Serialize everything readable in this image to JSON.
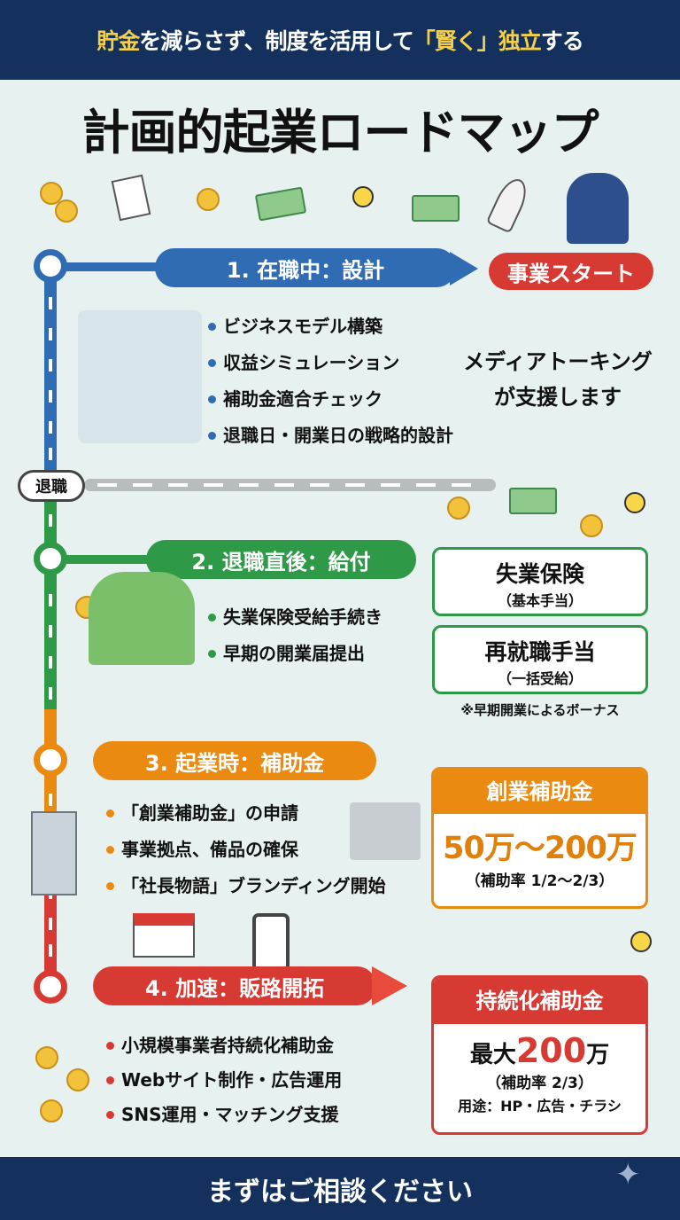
{
  "header": {
    "pre1": "貯金",
    "mid1": "を減らさず、制度を活用して",
    "hl2": "「賢く」",
    "hl3": "独立",
    "post": "する"
  },
  "title": "計画的起業ロードマップ",
  "start_label": "事業スタート",
  "retire_label": "退職",
  "support": {
    "line1": "メディアトーキング",
    "line2": "が支援します"
  },
  "phases": [
    {
      "label": "1. 在職中：設計",
      "color": "#2f6cb3",
      "items": [
        "ビジネスモデル構築",
        "収益シミュレーション",
        "補助金適合チェック",
        "退職日・開業日の戦略的設計"
      ]
    },
    {
      "label": "2. 退職直後：給付",
      "color": "#2e9a48",
      "items": [
        "失業保険受給手続き",
        "早期の開業届提出"
      ]
    },
    {
      "label": "3. 起業時：補助金",
      "color": "#ea8a10",
      "items": [
        "「創業補助金」の申請",
        "事業拠点、備品の確保",
        "「社長物語」ブランディング開始"
      ]
    },
    {
      "label": "4. 加速：販路開拓",
      "color": "#d63a33",
      "items": [
        "小規模事業者持続化補助金",
        "Webサイト制作・広告運用",
        "SNS運用・マッチング支援"
      ]
    }
  ],
  "benefits": {
    "unemployment": {
      "title": "失業保険",
      "sub": "（基本手当）"
    },
    "reemployment": {
      "title": "再就職手当",
      "sub": "（一括受給）"
    },
    "note": "※早期開業によるボーナス"
  },
  "founding_subsidy": {
    "title": "創業補助金",
    "amount": "50万～200万",
    "rate": "（補助率 1/2～2/3）"
  },
  "sustain_subsidy": {
    "title": "持続化補助金",
    "prefix": "最大",
    "amount": "200",
    "unit": "万",
    "rate": "（補助率 2/3）",
    "use": "用途：HP・広告・チラシ"
  },
  "cta": "まずはご相談ください"
}
